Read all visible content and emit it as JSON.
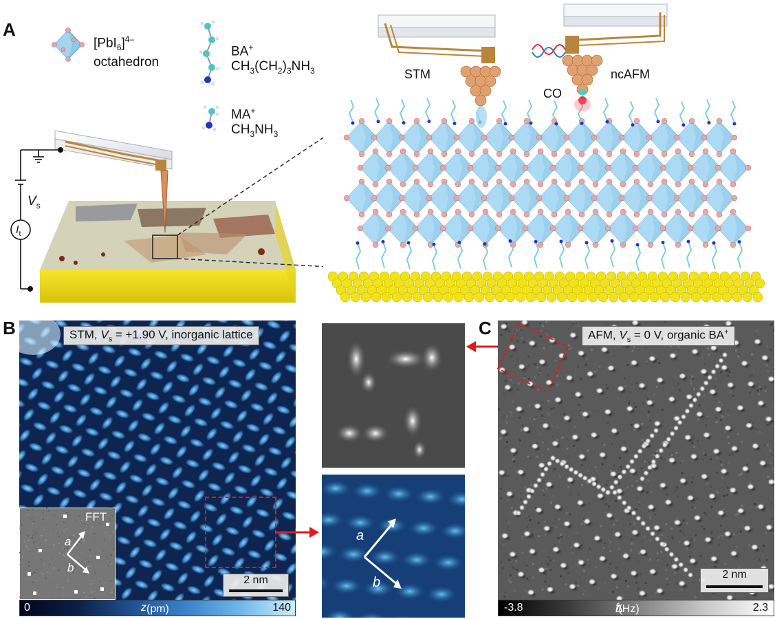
{
  "panels": {
    "a": "A",
    "b": "B",
    "c": "C"
  },
  "legend": {
    "octahedron_formula": "[PbI",
    "octahedron_sub": "6",
    "octahedron_close": "]",
    "octahedron_sup": "4–",
    "octahedron_word": "octahedron",
    "ba_name": "BA",
    "ba_sup": "+",
    "ba_formula_1": "CH",
    "ba_formula_2": "3",
    "ba_formula_3": "(CH",
    "ba_formula_4": "2",
    "ba_formula_5": ")",
    "ba_formula_6": "3",
    "ba_formula_7": "NH",
    "ba_formula_8": "3",
    "ma_name": "MA",
    "ma_sup": "+",
    "ma_formula_1": "CH",
    "ma_formula_2": "3",
    "ma_formula_3": "NH",
    "ma_formula_4": "3"
  },
  "circuit": {
    "voltage_symbol": "V",
    "voltage_sub": "s",
    "current_symbol": "I",
    "current_sub": "t"
  },
  "tips": {
    "stm": "STM",
    "ncafm": "ncAFM",
    "co": "CO"
  },
  "stm_image": {
    "label_prefix": "STM, ",
    "label_v": "V",
    "label_sub": "s",
    "label_rest": " = +1.90 V, inorganic lattice",
    "fft": "FFT",
    "vec_a": "a",
    "vec_b": "b",
    "scalebar": "2 nm",
    "cbar_min": "0",
    "cbar_label_var": "z",
    "cbar_label_unit": " (pm)",
    "cbar_max": "140"
  },
  "zoom_bottom": {
    "vec_a": "a",
    "vec_b": "b"
  },
  "afm_image": {
    "label_prefix": "AFM, ",
    "label_v": "V",
    "label_sub": "s",
    "label_rest": " = 0 V, organic BA",
    "label_sup": "+",
    "scalebar": "2 nm",
    "cbar_min": "-3.8",
    "cbar_label_pre": "Δ",
    "cbar_label_var": "f",
    "cbar_label_unit": " (Hz)",
    "cbar_max": "2.3"
  },
  "colors": {
    "stm_blue": "#2d6fb8",
    "gold_substrate": "#f2e21a",
    "octahedron": "#8cc8ea",
    "iodine": "#e8a6a6",
    "copper_tip": "#d9905a",
    "guide_red": "#e01a1a"
  }
}
